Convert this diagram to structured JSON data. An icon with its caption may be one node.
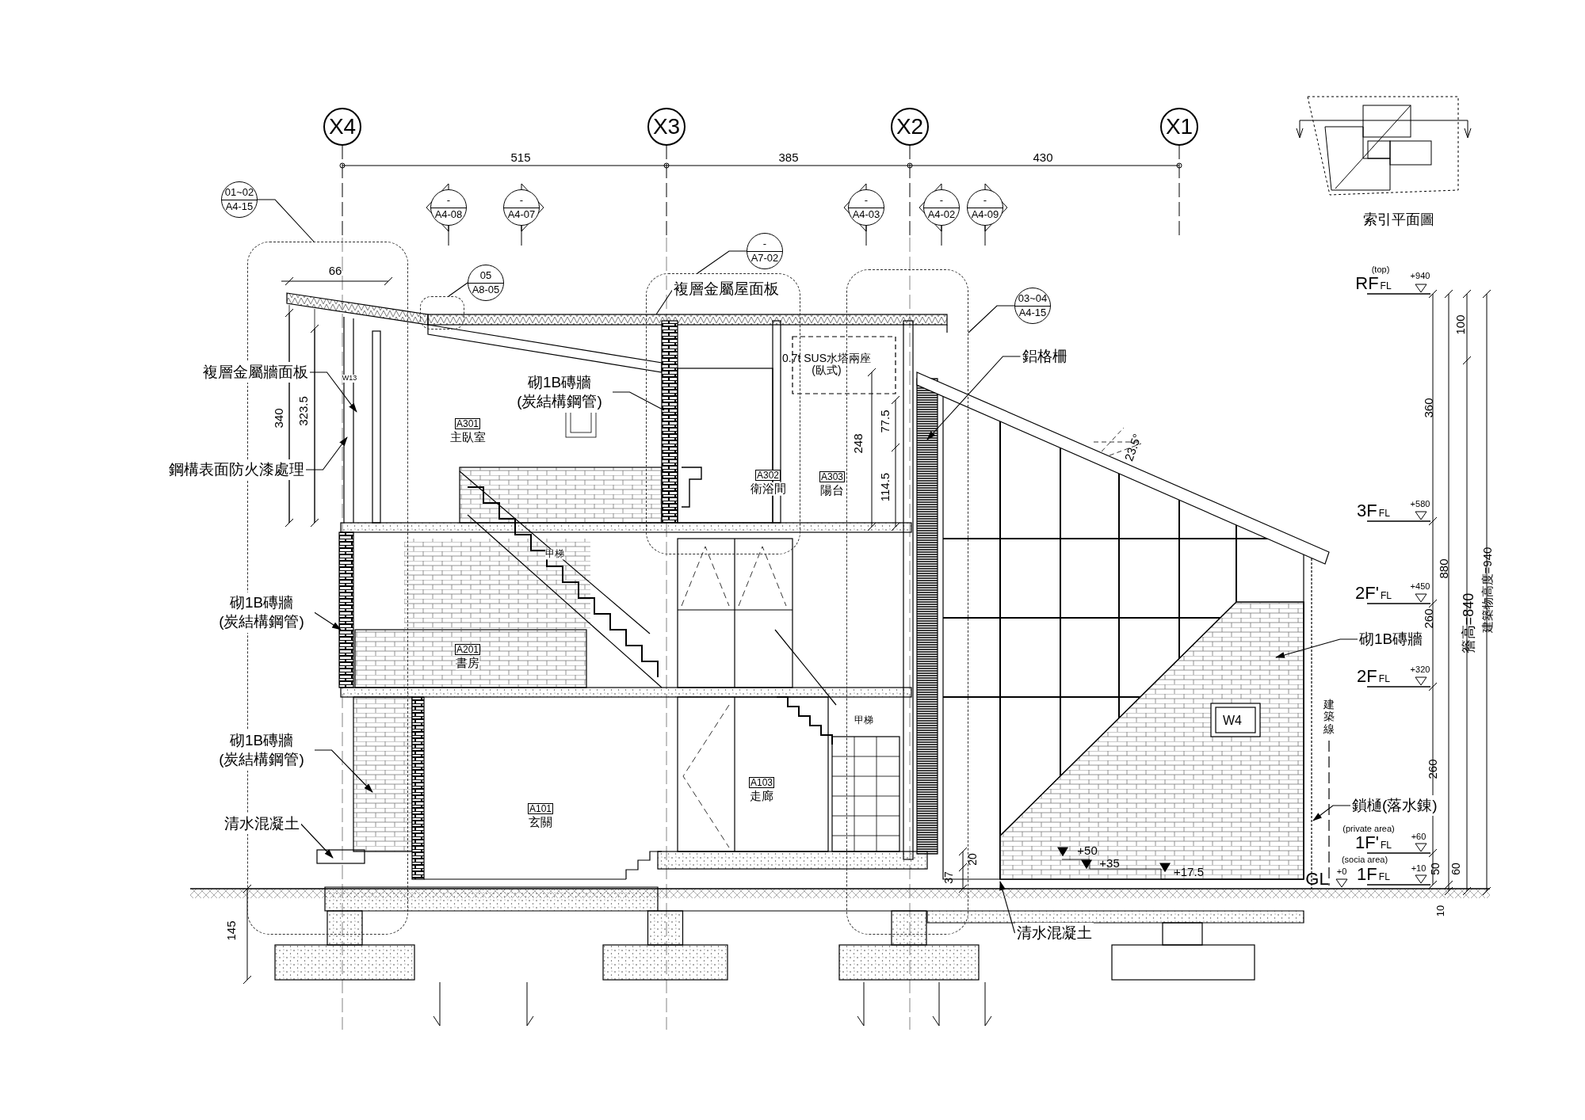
{
  "diagram": {
    "nodes": [
      {
        "text": [
          "X4"
        ]
      },
      {
        "text": [
          "X3"
        ]
      },
      {
        "text": [
          "X2"
        ]
      },
      {
        "text": [
          "X1"
        ]
      },
      {
        "text": [
          "-",
          "A4-08"
        ]
      },
      {
        "text": [
          "-",
          "A4-07"
        ]
      },
      {
        "text": [
          "-",
          "A4-03"
        ]
      },
      {
        "text": [
          "-",
          "A4-02"
        ]
      },
      {
        "text": [
          "-",
          "A4-09"
        ]
      },
      {
        "text": [
          "01~02",
          "A4-15"
        ]
      },
      {
        "text": [
          "05",
          "A8-05"
        ]
      },
      {
        "text": [
          "-",
          "A7-02"
        ]
      },
      {
        "text": [
          "03~04",
          "A4-15"
        ]
      },
      {
        "text": [],
        "shape": "box"
      },
      {
        "text": [],
        "shape": "box"
      },
      {
        "text": [],
        "shape": "box"
      },
      {
        "text": [],
        "shape": "box"
      },
      {
        "text": [
          "複層金屬牆面板"
        ]
      },
      {
        "text": [
          "鋼構表面防火漆處理"
        ]
      },
      {
        "text": [
          "砌1B磚牆(炭結構鋼管)"
        ]
      },
      {
        "text": [
          "複層金屬屋面板"
        ],
        "in": 15
      },
      {
        "text": [
          "鋁格柵"
        ]
      },
      {
        "text": [
          "砌1B磚牆(炭結構鋼管)"
        ]
      },
      {
        "text": [
          "砌1B磚牆(炭結構鋼管)"
        ]
      },
      {
        "text": [
          "清水混凝土"
        ]
      },
      {
        "text": [
          "清水混凝土"
        ]
      },
      {
        "text": [
          "砌1B磚牆"
        ]
      },
      {
        "text": [
          "鎖樋(落水錬)"
        ]
      }
    ],
    "edges": [
      {
        "from": 9,
        "to": 13,
        "arrow": "none"
      },
      {
        "from": 10,
        "to": 14,
        "arrow": "none"
      },
      {
        "from": 11,
        "to": 15,
        "arrow": "none"
      },
      {
        "from": 12,
        "to": 16,
        "arrow": "none"
      },
      {
        "from": 17,
        "to": 13,
        "arrow": "to"
      },
      {
        "from": 18,
        "to": 13,
        "arrow": "to"
      },
      {
        "from": 19,
        "to": 15,
        "arrow": "none"
      },
      {
        "from": 20,
        "to": null,
        "arrow": "none"
      },
      {
        "from": 21,
        "to": 16,
        "arrow": "to"
      },
      {
        "from": 22,
        "to": 13,
        "arrow": "to"
      },
      {
        "from": 23,
        "to": 13,
        "arrow": "to"
      },
      {
        "from": 24,
        "to": 13,
        "arrow": "to"
      },
      {
        "from": 25,
        "to": 16,
        "arrow": "to"
      },
      {
        "from": 26,
        "to": null,
        "arrow": "to"
      },
      {
        "from": 27,
        "to": null,
        "arrow": "to"
      }
    ],
    "labels": [
      "515",
      "385",
      "430",
      "索引平面圖",
      "66",
      "(top)",
      "RF$_{FL}$",
      "+940",
      "0.7t SUS水塔兩座(臥式)",
      "100",
      "W13",
      "340",
      "323.5",
      "A301",
      "主臥室",
      "248",
      "77.5",
      "23.5°",
      "360",
      "A302",
      "衛浴間",
      "A303",
      "陽台",
      "114.5",
      "3F$_{FL}$",
      "+580",
      "甲梯",
      "880",
      "2F'$_{FL}$",
      "+450",
      "260",
      "簷高=840",
      "建築物高度=940",
      "A201",
      "書房",
      "2F$_{FL}$",
      "+320",
      "甲梯",
      "W4",
      "建築線",
      "260",
      "A103",
      "走廊",
      "A101",
      "玄關",
      "(private area)",
      "1F'$_{FL}$",
      "+60",
      "+50",
      "+35",
      "+17.5",
      "(socia area)",
      "1F$_{FL}$",
      "+10",
      "GL",
      "+0",
      "37",
      "20",
      "50",
      "60",
      "145",
      "10"
    ]
  }
}
